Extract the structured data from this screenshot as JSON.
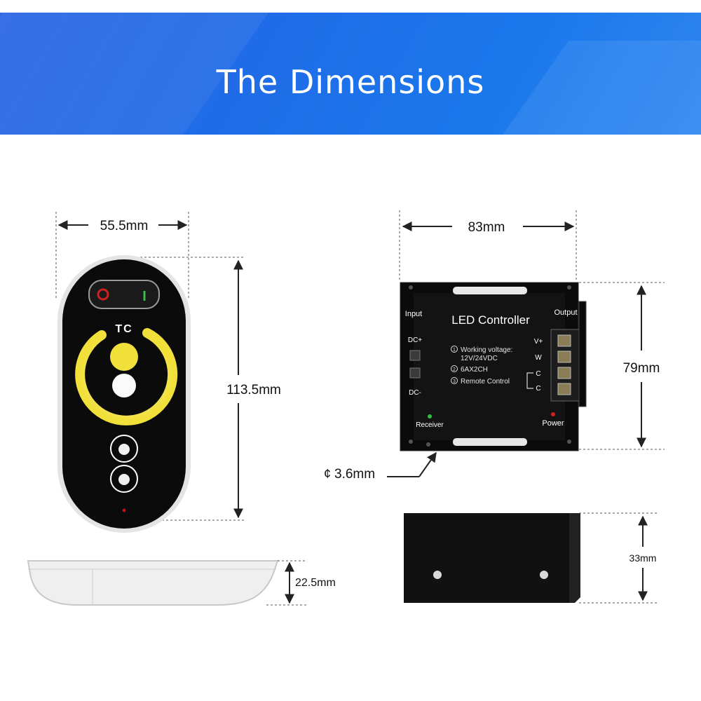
{
  "header": {
    "title": "The Dimensions"
  },
  "remote": {
    "width": "55.5mm",
    "height": "113.5mm",
    "thickness": "22.5mm",
    "brand": "TC",
    "on_symbol": "I"
  },
  "controller": {
    "width": "83mm",
    "height": "79mm",
    "depth": "33mm",
    "hole": "3.6mm",
    "hole_symbol": "¢",
    "panel_title": "LED Controller",
    "input_label": "Input",
    "output_label": "Output",
    "dc_plus": "DC+",
    "dc_minus": "DC-",
    "v_plus": "V+",
    "w": "W",
    "c1": "C",
    "c2": "C",
    "spec1": "Working voltage:",
    "spec1b": "12V/24VDC",
    "spec2": "6AX2CH",
    "spec3": "Remote Control",
    "spec_num1": "1",
    "spec_num2": "2",
    "spec_num3": "3",
    "receiver_label": "Receiver",
    "power_label": "Power"
  },
  "colors": {
    "banner": "#1f6de8",
    "device_body": "#0b0b0b",
    "remote_yellow": "#f1e03a",
    "dimension_line": "#222222"
  }
}
